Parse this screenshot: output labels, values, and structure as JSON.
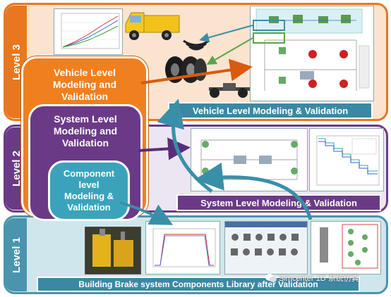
{
  "levels": [
    {
      "id": "level-3",
      "tab": "Level 3",
      "stack_title": "Vehicle Level\nModeling and\nValidation",
      "banner": "Vehicle Level Modeling & Validation"
    },
    {
      "id": "level-2",
      "tab": "Level 2",
      "stack_title": "System Level\nModeling and\nValidation",
      "banner": "System Level Modeling & Validation"
    },
    {
      "id": "level-1",
      "tab": "Level 1",
      "stack_title": "Component\nlevel\nModeling &\nValidation",
      "banner": "Building Brake system Components Library after Validation"
    }
  ],
  "watermark": "Simcenter 1D 系统仿真",
  "colors": {
    "orange": "#f07f1e",
    "purple": "#6b3a87",
    "teal": "#3aa3bb",
    "banner_blue": "#3b88a5",
    "arrow_orange": "#d95a12",
    "arrow_purple": "#5a2d7a",
    "arrow_teal": "#3a8fa8"
  }
}
